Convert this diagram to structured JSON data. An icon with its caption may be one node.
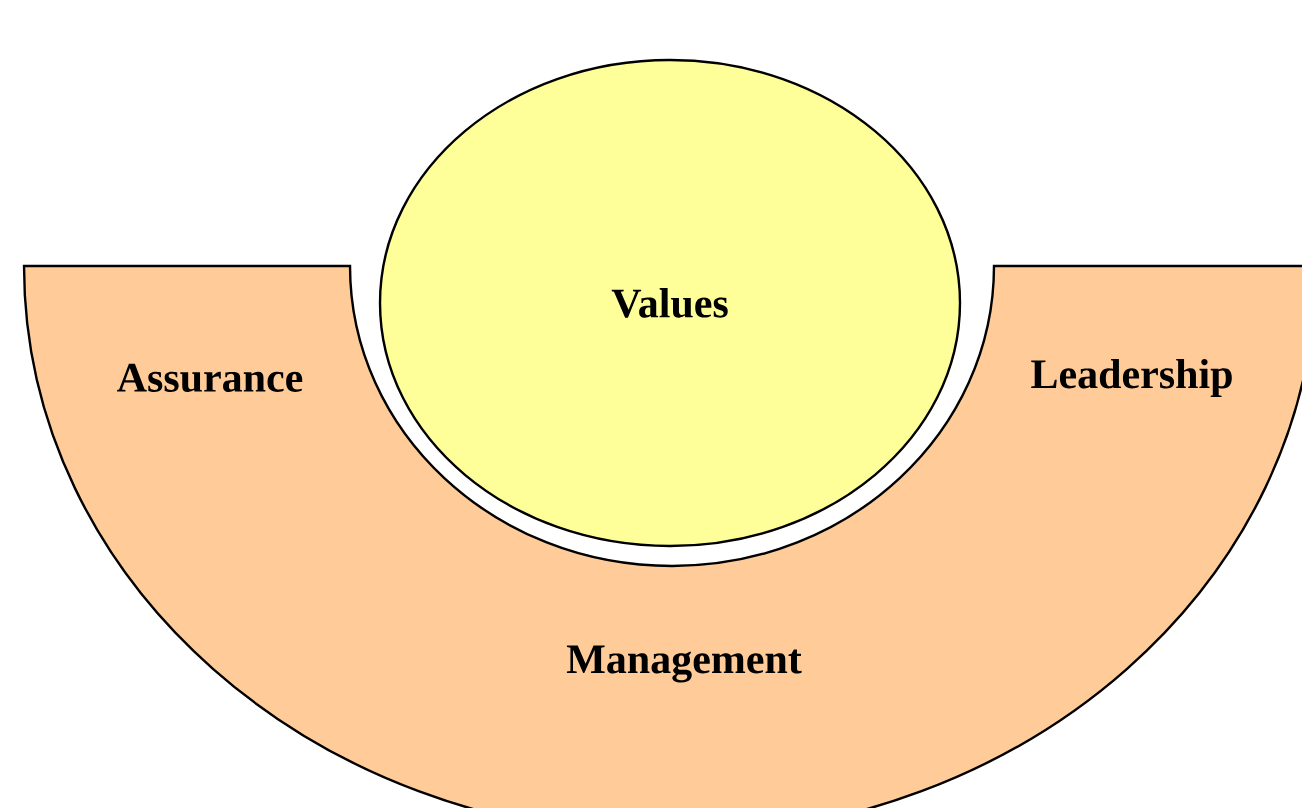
{
  "diagram": {
    "nodes": [
      {
        "text": [
          "Values"
        ]
      },
      {
        "text": [
          "Assurance",
          "Leadership",
          "Management"
        ]
      }
    ]
  }
}
